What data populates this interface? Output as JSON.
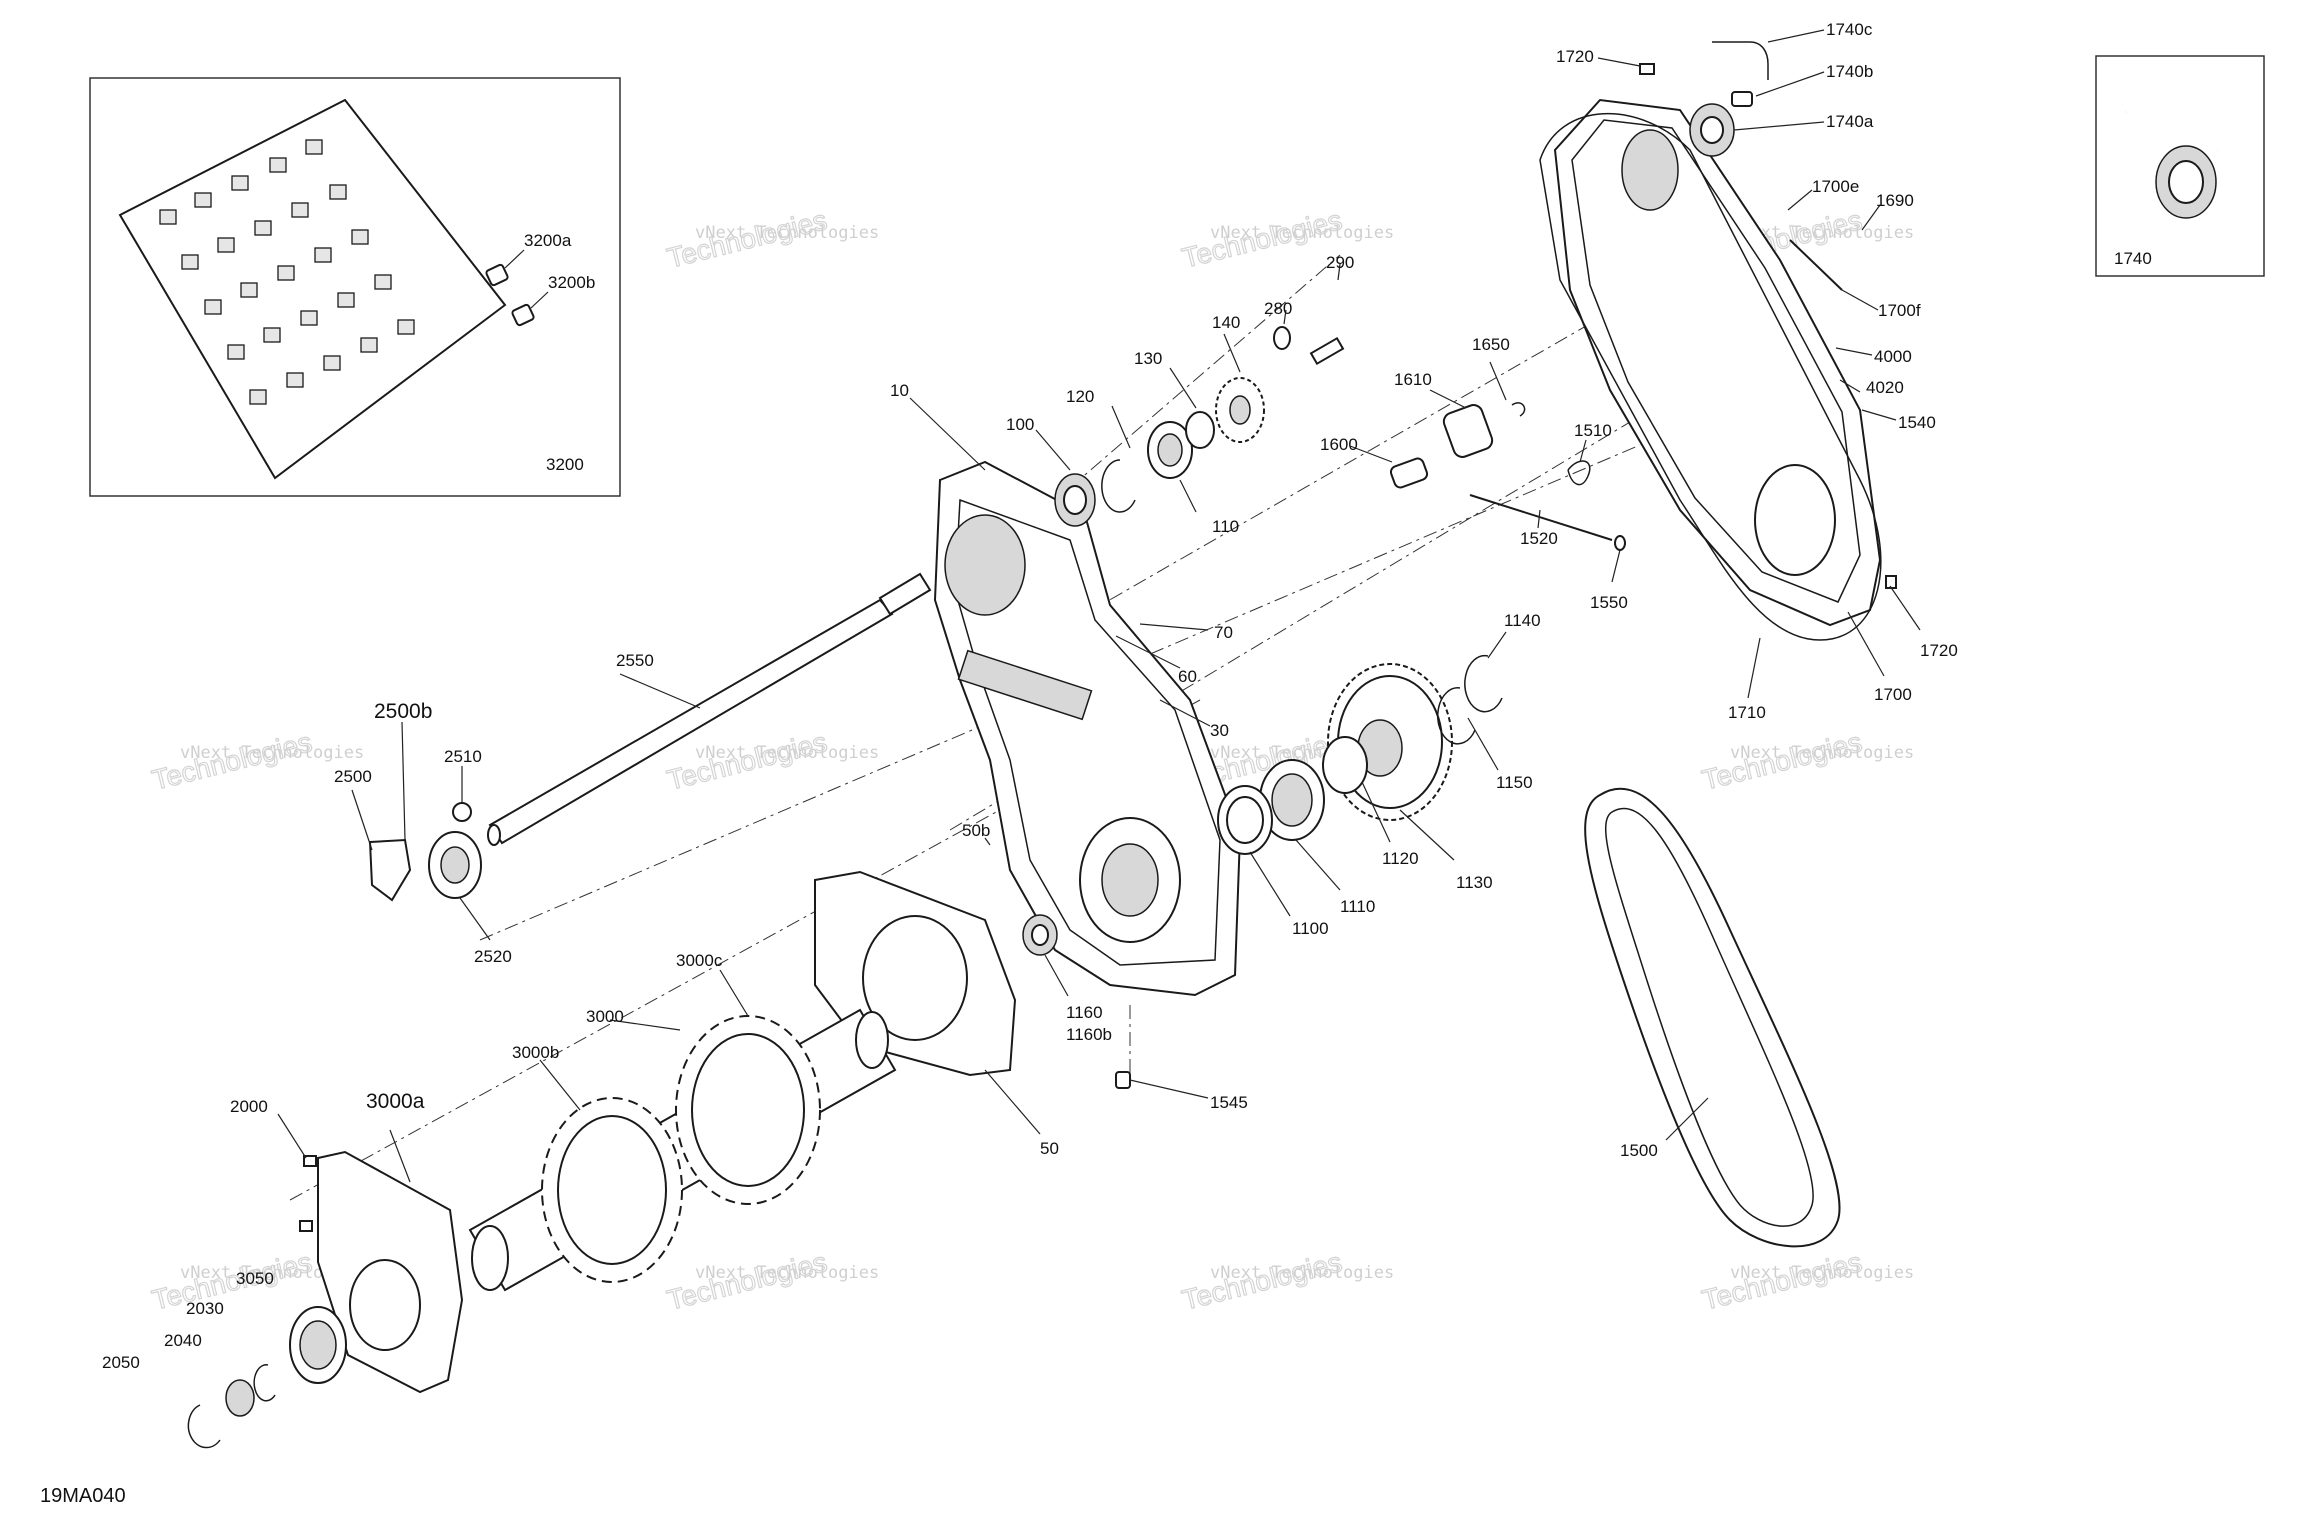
{
  "diagram_code": "19MA040",
  "watermark": {
    "line1": "vNext Technologies",
    "line2": "Technologies",
    "line3": "vNext"
  },
  "inset_left": {
    "label": "3200"
  },
  "inset_right": {
    "label": "1740"
  },
  "callouts": [
    {
      "text": "1720"
    },
    {
      "text": "1740c"
    },
    {
      "text": "1740b"
    },
    {
      "text": "1740a"
    },
    {
      "text": "1700e"
    },
    {
      "text": "1690"
    },
    {
      "text": "1700f"
    },
    {
      "text": "4000"
    },
    {
      "text": "4020"
    },
    {
      "text": "1540"
    },
    {
      "text": "290"
    },
    {
      "text": "280"
    },
    {
      "text": "140"
    },
    {
      "text": "130"
    },
    {
      "text": "120"
    },
    {
      "text": "100"
    },
    {
      "text": "110"
    },
    {
      "text": "10"
    },
    {
      "text": "1650"
    },
    {
      "text": "1610"
    },
    {
      "text": "1600"
    },
    {
      "text": "1510"
    },
    {
      "text": "1520"
    },
    {
      "text": "1550"
    },
    {
      "text": "1720"
    },
    {
      "text": "1700"
    },
    {
      "text": "1710"
    },
    {
      "text": "70"
    },
    {
      "text": "60"
    },
    {
      "text": "30"
    },
    {
      "text": "1140"
    },
    {
      "text": "1150"
    },
    {
      "text": "1120"
    },
    {
      "text": "1130"
    },
    {
      "text": "1110"
    },
    {
      "text": "1100"
    },
    {
      "text": "2550"
    },
    {
      "text": "2500b"
    },
    {
      "text": "2500"
    },
    {
      "text": "2510"
    },
    {
      "text": "2520"
    },
    {
      "text": "50b"
    },
    {
      "text": "1160"
    },
    {
      "text": "1160b"
    },
    {
      "text": "50"
    },
    {
      "text": "1545"
    },
    {
      "text": "3000c"
    },
    {
      "text": "3000"
    },
    {
      "text": "3000b"
    },
    {
      "text": "3000a"
    },
    {
      "text": "2000"
    },
    {
      "text": "3050"
    },
    {
      "text": "2030"
    },
    {
      "text": "2040"
    },
    {
      "text": "2050"
    },
    {
      "text": "1500"
    },
    {
      "text": "3200a"
    },
    {
      "text": "3200b"
    }
  ]
}
